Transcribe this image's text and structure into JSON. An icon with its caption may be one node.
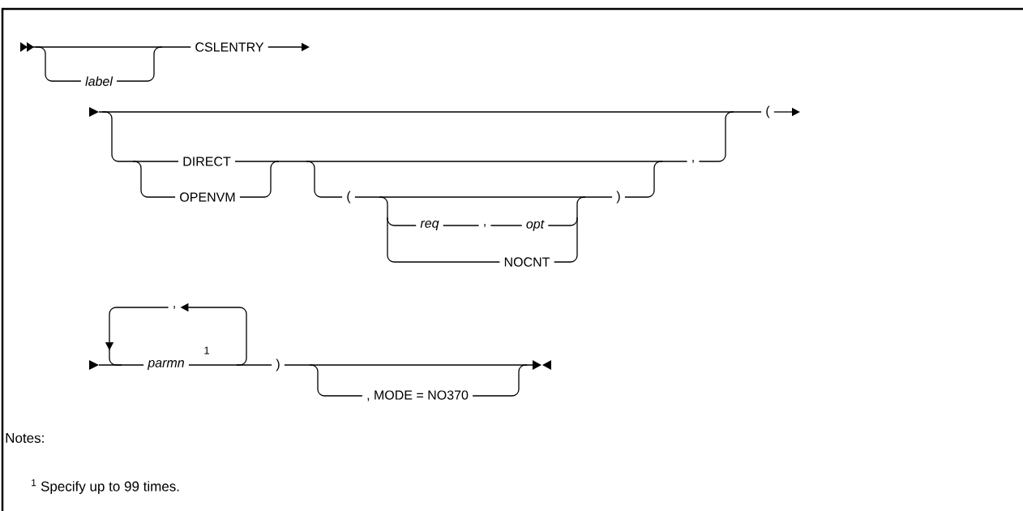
{
  "diagram": {
    "labels": [
      "CSLENTRY",
      "label",
      "(",
      "DIRECT",
      ",",
      "OPENVM",
      "(",
      ")",
      "req",
      ",",
      "opt",
      "NOCNT",
      ",",
      "parmn",
      "1",
      ")",
      ", MODE = NO370",
      "Notes:",
      "$^{1}$ Specify up to 99 times."
    ]
  }
}
